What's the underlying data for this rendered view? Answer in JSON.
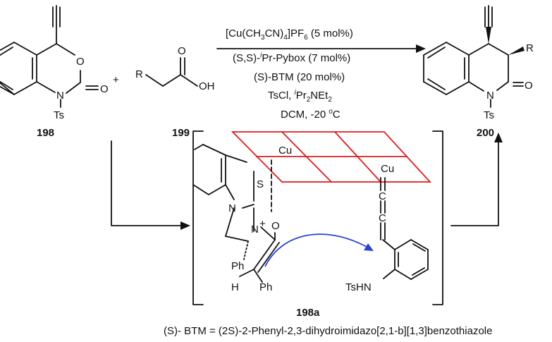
{
  "compounds": {
    "c198": "198",
    "c199": "199",
    "c200": "200",
    "c198a": "198a"
  },
  "conditions": {
    "cu_pre": "[Cu(CH",
    "cu_sub3a": "3",
    "cu_mid": "CN)",
    "cu_sub4": "4",
    "cu_pf": "]PF",
    "cu_sub6": "6",
    "cu_post": " (5 mol%)",
    "pybox_pre": "(S,S)-",
    "pybox_i": "i",
    "pybox_post": "Pr-Pybox (7 mol%)",
    "btm": "(S)-BTM (20 mol%)",
    "tscl": "TsCl, ",
    "base_i": "i",
    "base_pr": "Pr",
    "base_sub2": "2",
    "base_net": "NEt",
    "base_sub2b": "2",
    "dcm_pre": "DCM, -20 ",
    "dcm_o": "o",
    "dcm_c": "C"
  },
  "atoms": {
    "O": "O",
    "N": "N",
    "Ts": "Ts",
    "R": "R",
    "OH": "OH",
    "Cu": "Cu",
    "S": "S",
    "plus": "+",
    "H": "H",
    "Ph": "Ph",
    "TsHN": "TsHN"
  },
  "footnote": "(S)- BTM = (2S)-2-Phenyl-2,3-dihydroimidazo[2,1-b][1,3]benzothiazole"
}
